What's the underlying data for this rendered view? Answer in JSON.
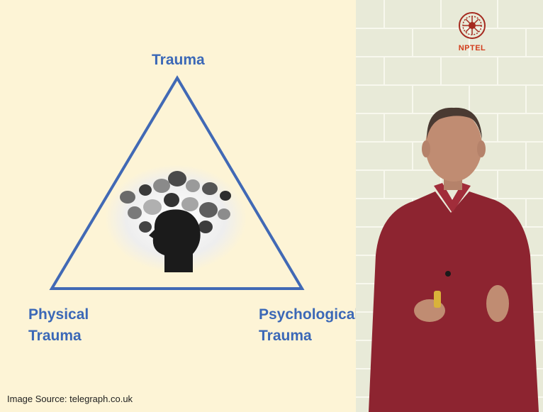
{
  "diagram": {
    "top_label": "Trauma",
    "left_label_line1": "Physical",
    "left_label_line2": "Trauma",
    "right_label_line1": "Psychological",
    "right_label_line2": "Trauma",
    "source_text": "Image Source: telegraph.co.uk",
    "line_color": "#4169b5",
    "label_color": "#3b68b7"
  },
  "video": {
    "logo_text": "NPTEL",
    "logo_color": "#d23c1b",
    "shirt_color": "#8d2430"
  }
}
